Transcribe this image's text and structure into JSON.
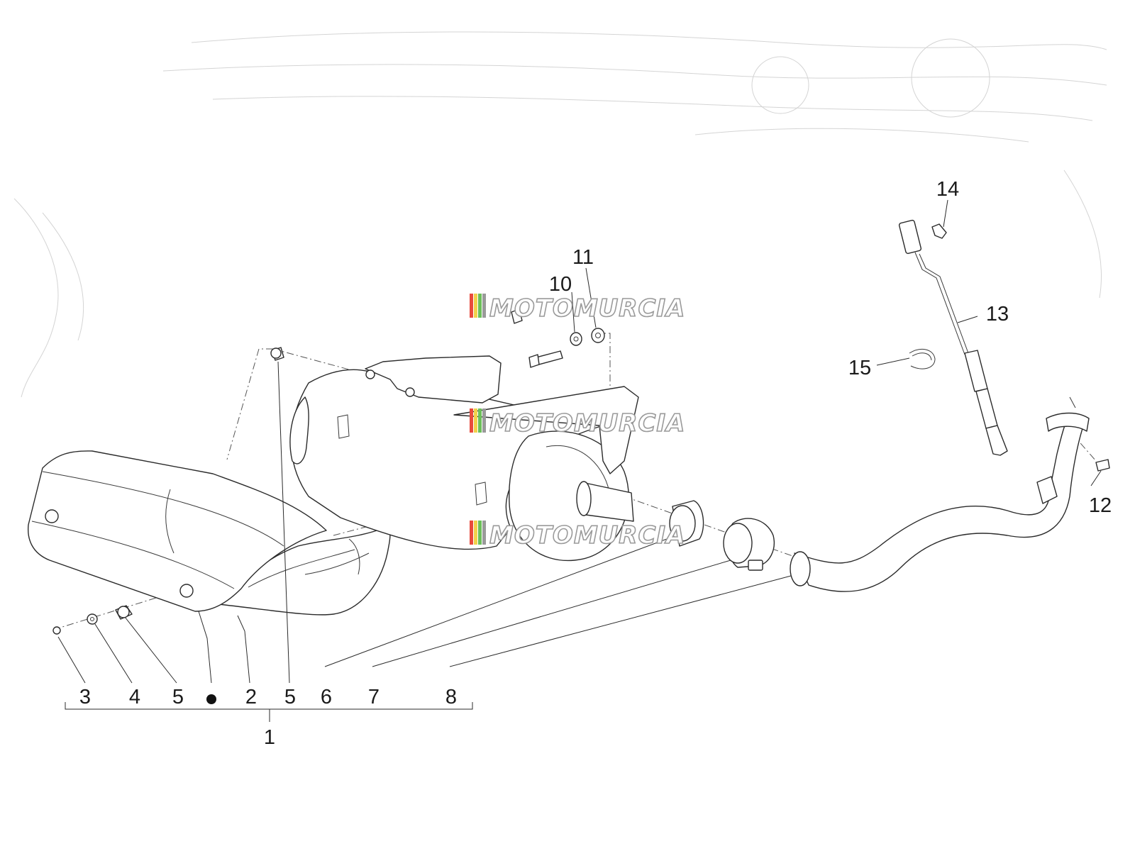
{
  "watermark": {
    "text": "MOTOMURCIA",
    "stripe_colors": [
      "#e84a3c",
      "#f2d14a",
      "#6cbf5a",
      "#9a9a9a"
    ]
  },
  "callouts": [
    {
      "id": "3",
      "text": "3"
    },
    {
      "id": "4",
      "text": "4"
    },
    {
      "id": "5a",
      "text": "5"
    },
    {
      "id": "2",
      "text": "2"
    },
    {
      "id": "5b",
      "text": "5"
    },
    {
      "id": "6",
      "text": "6"
    },
    {
      "id": "7",
      "text": "7"
    },
    {
      "id": "8",
      "text": "8"
    },
    {
      "id": "1",
      "text": "1"
    },
    {
      "id": "10",
      "text": "10"
    },
    {
      "id": "11",
      "text": "11"
    },
    {
      "id": "12",
      "text": "12"
    },
    {
      "id": "13",
      "text": "13"
    },
    {
      "id": "14",
      "text": "14"
    },
    {
      "id": "15",
      "text": "15"
    }
  ],
  "kit_marker": "dot-symbol"
}
